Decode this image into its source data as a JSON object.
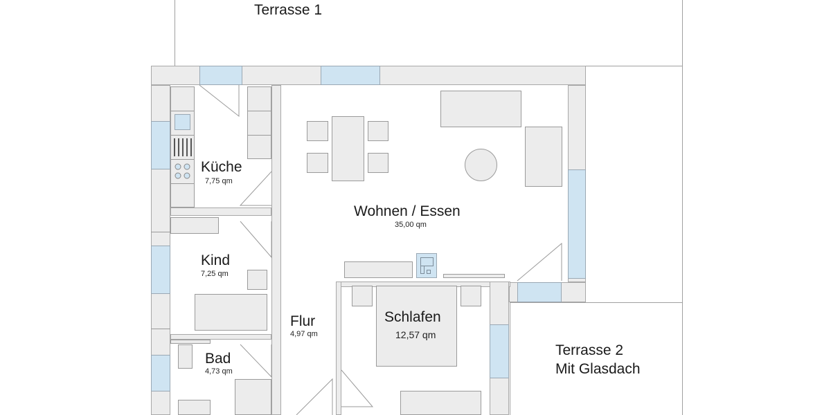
{
  "floorplan": {
    "terraces": [
      {
        "id": "terrasse-1",
        "label_lines": [
          "Terrasse 1"
        ]
      },
      {
        "id": "terrasse-2",
        "label_lines": [
          "Terrasse 2",
          "Mit Glasdach"
        ]
      }
    ],
    "rooms": {
      "kueche": {
        "name": "Küche",
        "area": "7,75 qm"
      },
      "kind": {
        "name": "Kind",
        "area": "7,25 qm"
      },
      "bad": {
        "name": "Bad",
        "area": "4,73 qm"
      },
      "flur": {
        "name": "Flur",
        "area": "4,97 qm"
      },
      "wohnen": {
        "name": "Wohnen / Essen",
        "area": "35,00 qm"
      },
      "schlafen": {
        "name": "Schlafen",
        "area": "12,57 qm"
      }
    },
    "colors": {
      "wall": "#ececec",
      "window": "#cfe4f2",
      "outline": "#9a9a9a",
      "text": "#1a1a1a"
    },
    "icons": [
      "sink-icon",
      "dishwasher-icon",
      "stove-icon",
      "fireplace-icon"
    ]
  }
}
